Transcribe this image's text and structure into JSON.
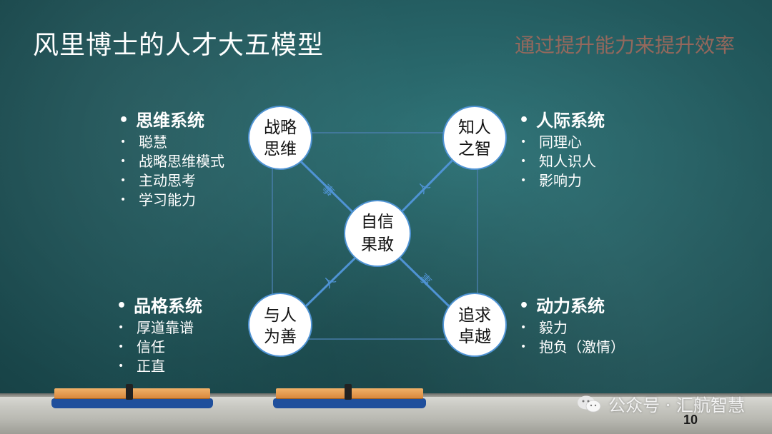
{
  "title": "风里博士的人才大五模型",
  "subtitle": "通过提升能力来提升效率",
  "nodes": {
    "top_left": {
      "line1": "战略",
      "line2": "思维"
    },
    "top_right": {
      "line1": "知人",
      "line2": "之智"
    },
    "center": {
      "line1": "自信",
      "line2": "果敢"
    },
    "bottom_left": {
      "line1": "与人",
      "line2": "为善"
    },
    "bottom_right": {
      "line1": "追求",
      "line2": "卓越"
    }
  },
  "edge_labels": {
    "top_left": "事",
    "top_right": "人",
    "bottom_left": "人",
    "bottom_right": "事"
  },
  "groups": {
    "thinking": {
      "heading": "思维系统",
      "items": [
        "聪慧",
        "战略思维模式",
        "主动思考",
        "学习能力"
      ]
    },
    "interpersonal": {
      "heading": "人际系统",
      "items": [
        "同理心",
        "知人识人",
        "影响力"
      ]
    },
    "character": {
      "heading": "品格系统",
      "items": [
        "厚道靠谱",
        "信任",
        "正直"
      ]
    },
    "motivation": {
      "heading": "动力系统",
      "items": [
        "毅力",
        "抱负（激情）"
      ]
    }
  },
  "bullet_char": "•",
  "watermark": "公众号 · 汇航智慧",
  "page_number": "10",
  "colors": {
    "board": "#22595d",
    "line": "#4f93d4",
    "node_fill": "#ffffff",
    "subtitle": "#a86a5c"
  }
}
